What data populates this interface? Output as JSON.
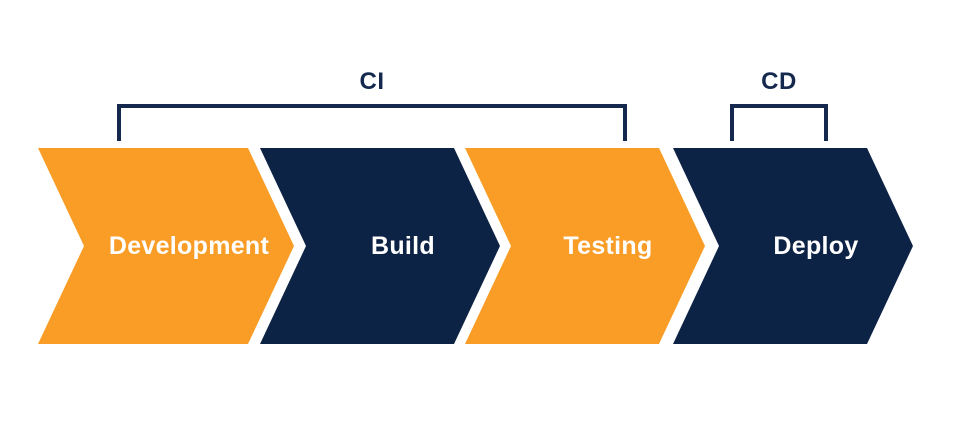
{
  "pipeline": {
    "stages": [
      {
        "label": "Development",
        "fill": "#F99D27",
        "text_color": "#FFFFFF"
      },
      {
        "label": "Build",
        "fill": "#0D2345",
        "text_color": "#FFFFFF"
      },
      {
        "label": "Testing",
        "fill": "#F99D27",
        "text_color": "#FFFFFF"
      },
      {
        "label": "Deploy",
        "fill": "#0D2345",
        "text_color": "#FFFFFF"
      }
    ]
  },
  "brackets": {
    "ci": {
      "label": "CI"
    },
    "cd": {
      "label": "CD"
    }
  },
  "colors": {
    "orange": "#F99D27",
    "navy": "#0D2345",
    "bracket": "#14294D",
    "background": "#FFFFFF"
  }
}
